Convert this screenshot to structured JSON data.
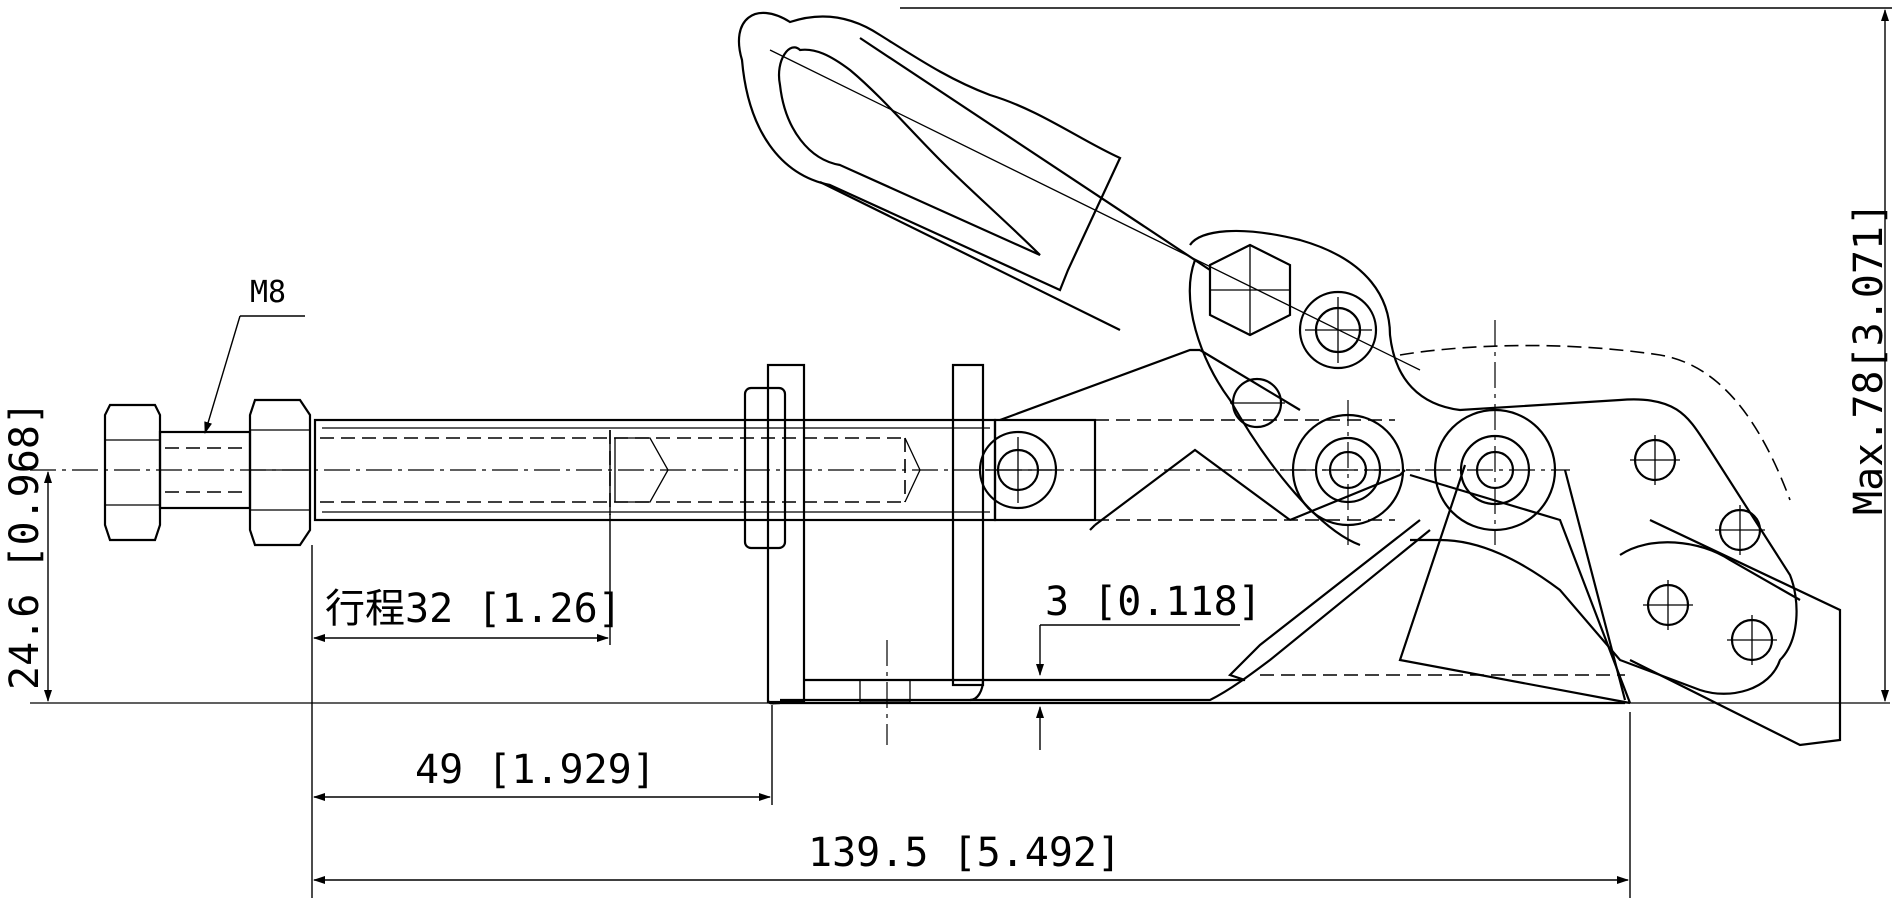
{
  "labels": {
    "thread": "M8",
    "stroke": "行程32 [1.26]",
    "gap": "3 [0.118]",
    "mount_offset": "49 [1.929]",
    "overall_length": "139.5 [5.492]",
    "axis_height": "24.6 [0.968]",
    "max_height": "Max.78[3.071]"
  },
  "colors": {
    "line": "#000000",
    "background": "#ffffff"
  }
}
